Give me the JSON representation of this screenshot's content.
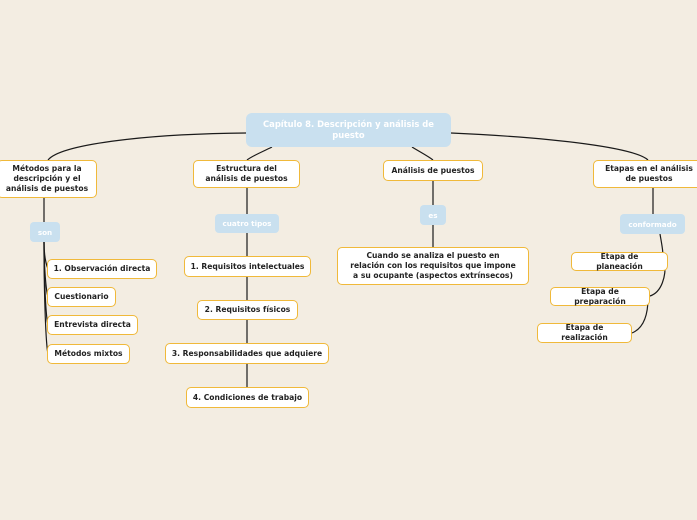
{
  "root": {
    "title": "Capítulo 8. Descripción y análisis de puesto"
  },
  "branches": {
    "metodos": {
      "title": "Métodos para la descripción y el análisis de puestos",
      "connector": "son",
      "items": [
        "1. Observación directa",
        "Cuestionario",
        "Entrevista directa",
        "Métodos mixtos"
      ]
    },
    "estructura": {
      "title": "Estructura del análisis de puestos",
      "connector": "cuatro tipos",
      "items": [
        "1. Requisitos intelectuales",
        "2. Requisitos físicos",
        "3. Responsabilidades que adquiere",
        "4. Condiciones de trabajo"
      ]
    },
    "analisis": {
      "title": "Análisis de puestos",
      "connector": "es",
      "items": [
        "Cuando se analiza el puesto en relación con los requisitos que impone a su ocupante (aspectos extrínsecos)"
      ]
    },
    "etapas": {
      "title": "Etapas en el análisis de puestos",
      "connector": "conformado",
      "items": [
        "Etapa de planeación",
        "Etapa de preparación",
        "Etapa de realización"
      ]
    }
  },
  "colors": {
    "background": "#f3ede2",
    "node_border": "#f0b93a",
    "root_fill": "#c9e0ef",
    "connector_fill": "#c9e0ef",
    "line": "#1a1a1a"
  }
}
